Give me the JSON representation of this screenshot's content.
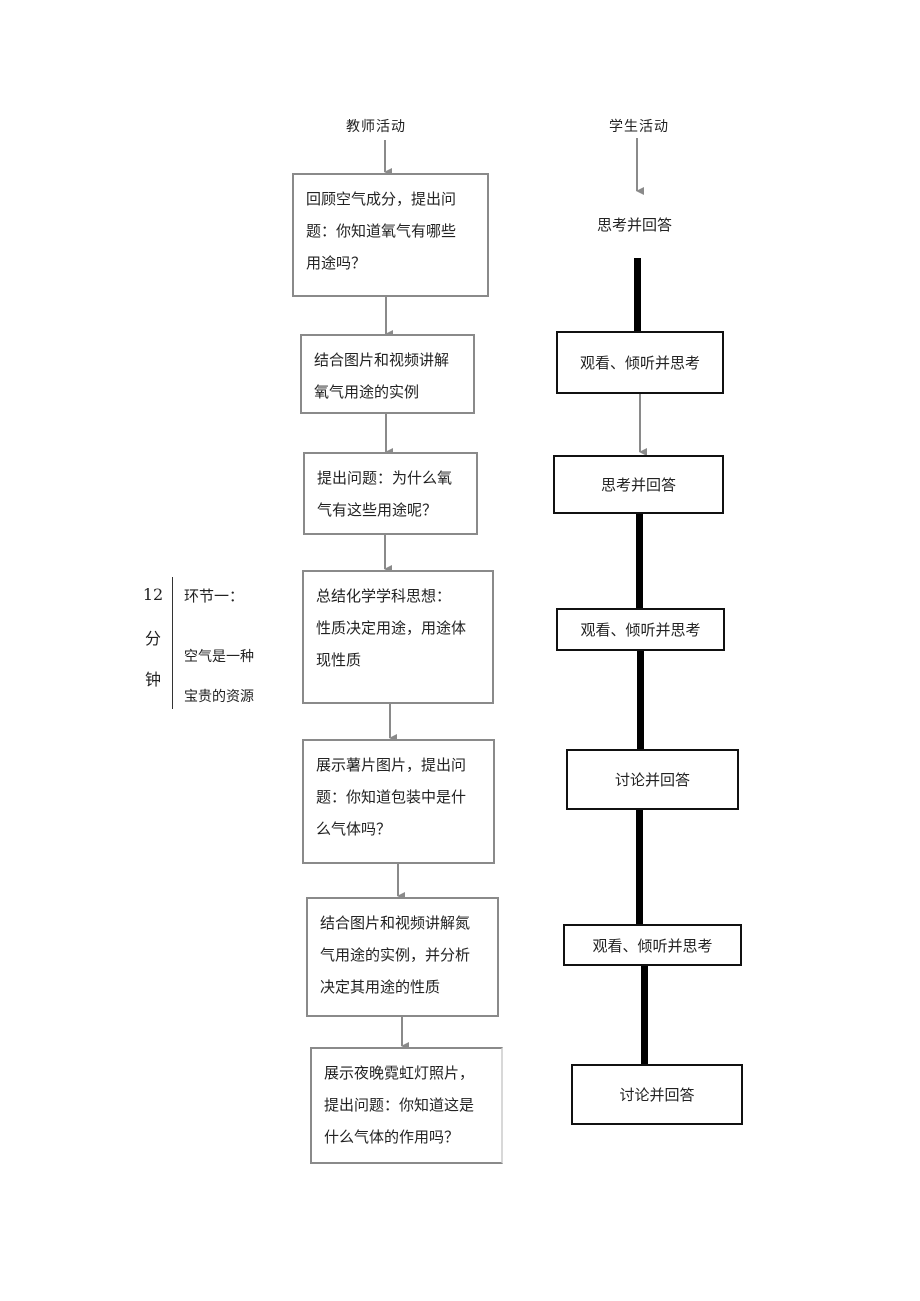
{
  "headers": {
    "teacher": "教师活动",
    "student": "学生活动"
  },
  "stage": {
    "duration_lines": [
      "12",
      "分",
      "钟"
    ],
    "name": "环节一：",
    "topic_lines": [
      "空气是一种",
      "宝贵的资源"
    ]
  },
  "teacher_steps": [
    {
      "lines": [
        "回顾空气成分，提出问",
        "题：你知道氧气有哪些",
        "用途吗？"
      ]
    },
    {
      "lines": [
        "结合图片和视频讲解",
        "氧气用途的实例"
      ]
    },
    {
      "lines": [
        "提出问题：为什么氧",
        "气有这些用途呢？"
      ]
    },
    {
      "lines": [
        "总结化学学科思想：",
        "性质决定用途，用途体",
        "现性质"
      ]
    },
    {
      "lines": [
        "展示薯片图片，提出问",
        "题：你知道包装中是什",
        "么气体吗？"
      ]
    },
    {
      "lines": [
        "结合图片和视频讲解氮",
        "气用途的实例，并分析",
        "决定其用途的性质"
      ]
    },
    {
      "lines": [
        "展示夜晚霓虹灯照片，",
        "提出问题：你知道这是",
        "什么气体的作用吗？"
      ]
    }
  ],
  "student_steps": [
    {
      "label": "思考并回答"
    },
    {
      "label": "观看、倾听并思考"
    },
    {
      "label": "思考并回答"
    },
    {
      "label": "观看、倾听并思考"
    },
    {
      "label": "讨论并回答"
    },
    {
      "label": "观看、倾听并思考"
    },
    {
      "label": "讨论并回答"
    }
  ],
  "colors": {
    "teacher_border": "#8a8a8a",
    "student_border": "#111111",
    "arrow": "#8a8a8a",
    "thick_connector": "#000000"
  }
}
